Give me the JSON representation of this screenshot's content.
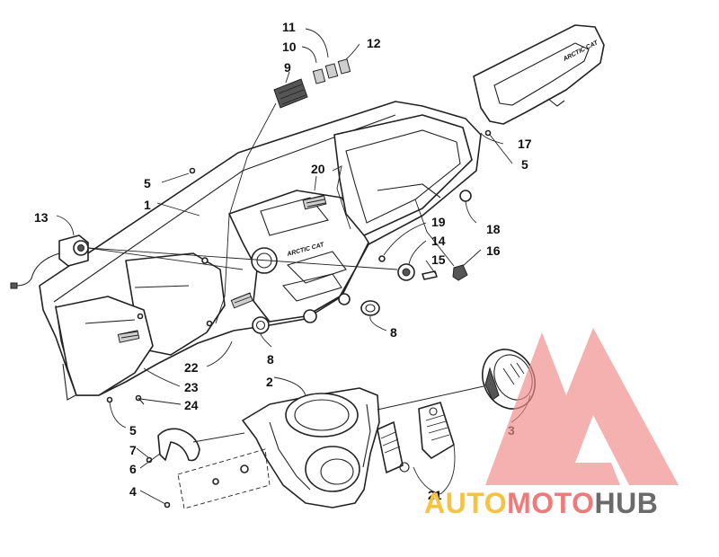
{
  "diagram": {
    "callouts": [
      "1",
      "2",
      "3",
      "4",
      "5",
      "5",
      "5",
      "6",
      "7",
      "8",
      "8",
      "9",
      "10",
      "11",
      "12",
      "13",
      "14",
      "15",
      "16",
      "17",
      "18",
      "19",
      "20",
      "21",
      "22",
      "23",
      "24"
    ],
    "part_lettering": {
      "brand_badge": "ARCTIC CAT",
      "panel_badge": "ARCTIC CAT"
    }
  },
  "watermark": {
    "text_parts": [
      "AUTO",
      "MOTO",
      "HUB"
    ],
    "colors": {
      "auto": "#f5c343",
      "moto": "#ef7a7a",
      "hub": "#6b6b6b",
      "logo": "#f08a8a"
    }
  }
}
